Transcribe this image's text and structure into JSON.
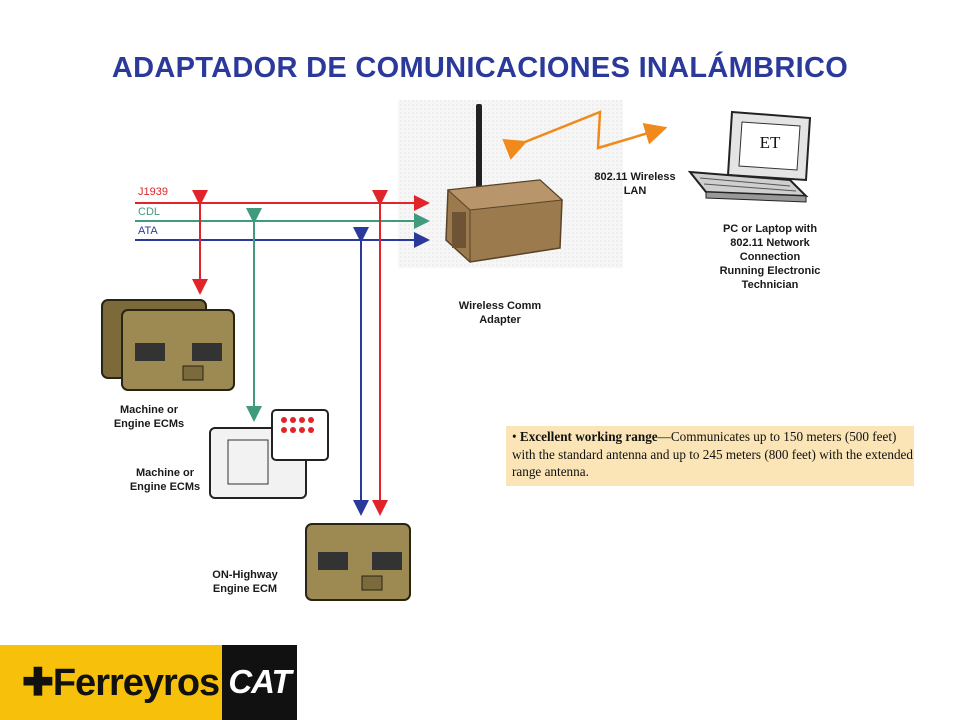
{
  "title": "ADAPTADOR DE COMUNICACIONES INALÁMBRICO",
  "buses": [
    {
      "label": "J1939",
      "color": "#e0242a"
    },
    {
      "label": "CDL",
      "color": "#3f9a7e"
    },
    {
      "label": "ATA",
      "color": "#2b3a9a"
    }
  ],
  "labels": {
    "wireless_lan": "802.11 Wireless\nLAN",
    "pc": "PC or Laptop with\n802.11 Network\nConnection\nRunning Electronic\nTechnician",
    "adapter": "Wireless Comm\nAdapter",
    "ecm1": "Machine or\nEngine ECMs",
    "ecm2": "Machine or\nEngine ECMs",
    "ecm3": "ON-Highway\nEngine ECM",
    "et_screen": "ET"
  },
  "note": {
    "bold": "Excellent working range",
    "text": "—Communicates up to 150 meters (500 feet) with the standard antenna and up to 245 meters (800 feet) with the extended range antenna."
  },
  "brand": {
    "ferreyros": "Ferreyros",
    "cat": "CAT"
  }
}
